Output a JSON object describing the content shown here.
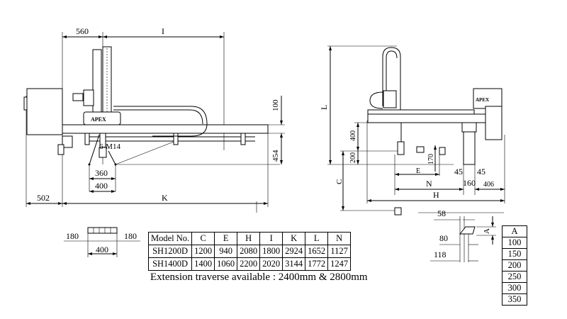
{
  "side_view": {
    "dim_560": "560",
    "dim_I": "I",
    "dim_100": "100",
    "dim_454": "454",
    "label_6m14": "6-M14",
    "dim_360": "360",
    "dim_400": "400",
    "dim_502": "502",
    "dim_K": "K",
    "brand": "APEX"
  },
  "front_view": {
    "dim_L": "L",
    "dim_400": "400",
    "dim_200": "200",
    "dim_C": "C",
    "dim_170": "170",
    "dim_E": "E",
    "dim_N": "N",
    "dim_H": "H",
    "dim_45a": "45",
    "dim_45b": "45",
    "dim_160": "160",
    "dim_406": "406",
    "brand": "APEX"
  },
  "base_detail": {
    "dim_180_left": "180",
    "dim_180_right": "180",
    "dim_400": "400"
  },
  "gripper_detail": {
    "dim_58": "58",
    "dim_80": "80",
    "dim_118": "118",
    "dim_A": "A"
  },
  "spec_table": {
    "headers": [
      "Model No.",
      "C",
      "E",
      "H",
      "I",
      "K",
      "L",
      "N"
    ],
    "rows": [
      [
        "SH1200D",
        "1200",
        "940",
        "2080",
        "1800",
        "2924",
        "1652",
        "1127"
      ],
      [
        "SH1400D",
        "1400",
        "1060",
        "2200",
        "2020",
        "3144",
        "1772",
        "1247"
      ]
    ]
  },
  "a_table": {
    "header": "A",
    "values": [
      "100",
      "150",
      "200",
      "250",
      "300",
      "350"
    ]
  },
  "note": "Extension traverse available : 2400mm & 2800mm"
}
